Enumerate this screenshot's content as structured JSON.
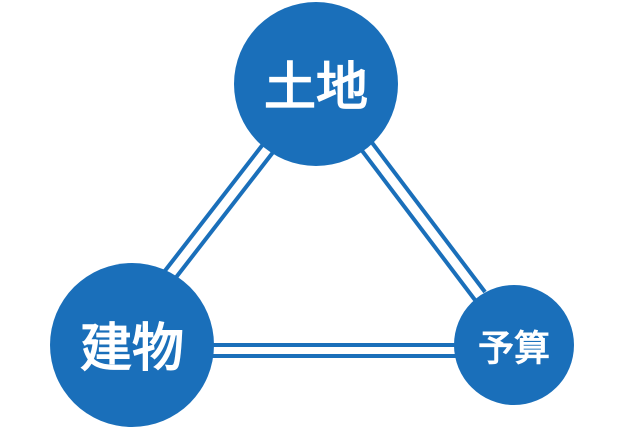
{
  "colors": {
    "node_fill": "#1a6fba",
    "connector": "#1a6fba",
    "label_text": "#ffffff",
    "background": "#ffffff"
  },
  "nodes": {
    "land": {
      "label": "土地"
    },
    "building": {
      "label": "建物"
    },
    "budget": {
      "label": "予算"
    }
  }
}
